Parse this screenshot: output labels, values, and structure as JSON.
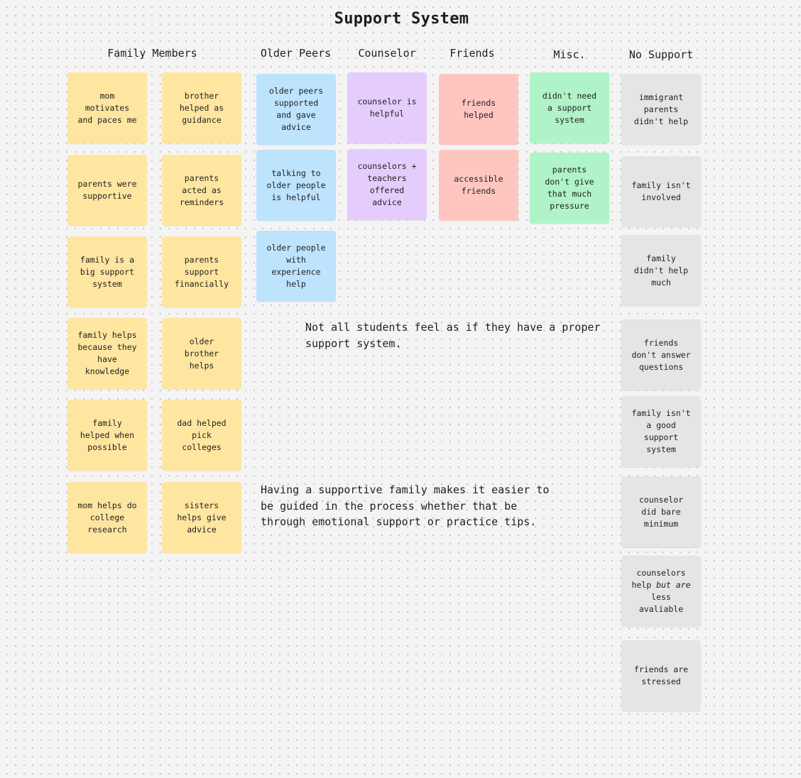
{
  "title": "Support System",
  "columns": {
    "family": "Family Members",
    "older_peers": "Older Peers",
    "counselor": "Counselor",
    "friends": "Friends",
    "misc": "Misc.",
    "no_support": "No Support"
  },
  "colors": {
    "family": "#ffe6a0",
    "older_peers": "#bde3fd",
    "counselor": "#e4cdfc",
    "friends": "#ffc6c0",
    "misc": "#b0f3c9",
    "no_support": "#e5e5e5"
  },
  "family_notes": [
    "mom\nmotivates\nand paces me",
    "brother\nhelped as\nguidance",
    "parents were\nsupportive",
    "parents\nacted as\nreminders",
    "family is a\nbig support\nsystem",
    "parents\nsupport\nfinancially",
    "family helps\nbecause they\nhave\nknowledge",
    "older\nbrother\nhelps",
    "family\nhelped when\npossible",
    "dad helped\npick\ncolleges",
    "mom helps do\ncollege\nresearch",
    "sisters\nhelps give\nadvice"
  ],
  "older_peers_notes": [
    "older peers\nsupported\nand gave\nadvice",
    "talking to\nolder people\nis helpful",
    "older people\nwith\nexperience\nhelp"
  ],
  "counselor_notes": [
    "counselor is\nhelpful",
    "counselors +\nteachers\noffered\nadvice"
  ],
  "friends_notes": [
    "friends\nhelped",
    "accessible\nfriends"
  ],
  "misc_notes": [
    "didn't need\na support\nsystem",
    "parents\ndon't give\nthat much\npressure"
  ],
  "no_support_notes": [
    "immigrant\nparents\ndidn't help",
    "family isn't\ninvolved",
    "family\ndidn't help\nmuch",
    "friends\ndon't answer\nquestions",
    "family isn't\na good\nsupport\nsystem",
    "counselor\ndid bare\nminimum",
    {
      "before": "counselors\nhelp ",
      "emphasis": "but are",
      "after": "\nless\navaliable"
    },
    "friends are\nstressed"
  ],
  "insights": [
    "Not all students feel as if they have a proper\nsupport system.",
    "Having a supportive family makes it easier to\nbe guided in the process whether that be\nthrough emotional support or practice tips."
  ]
}
